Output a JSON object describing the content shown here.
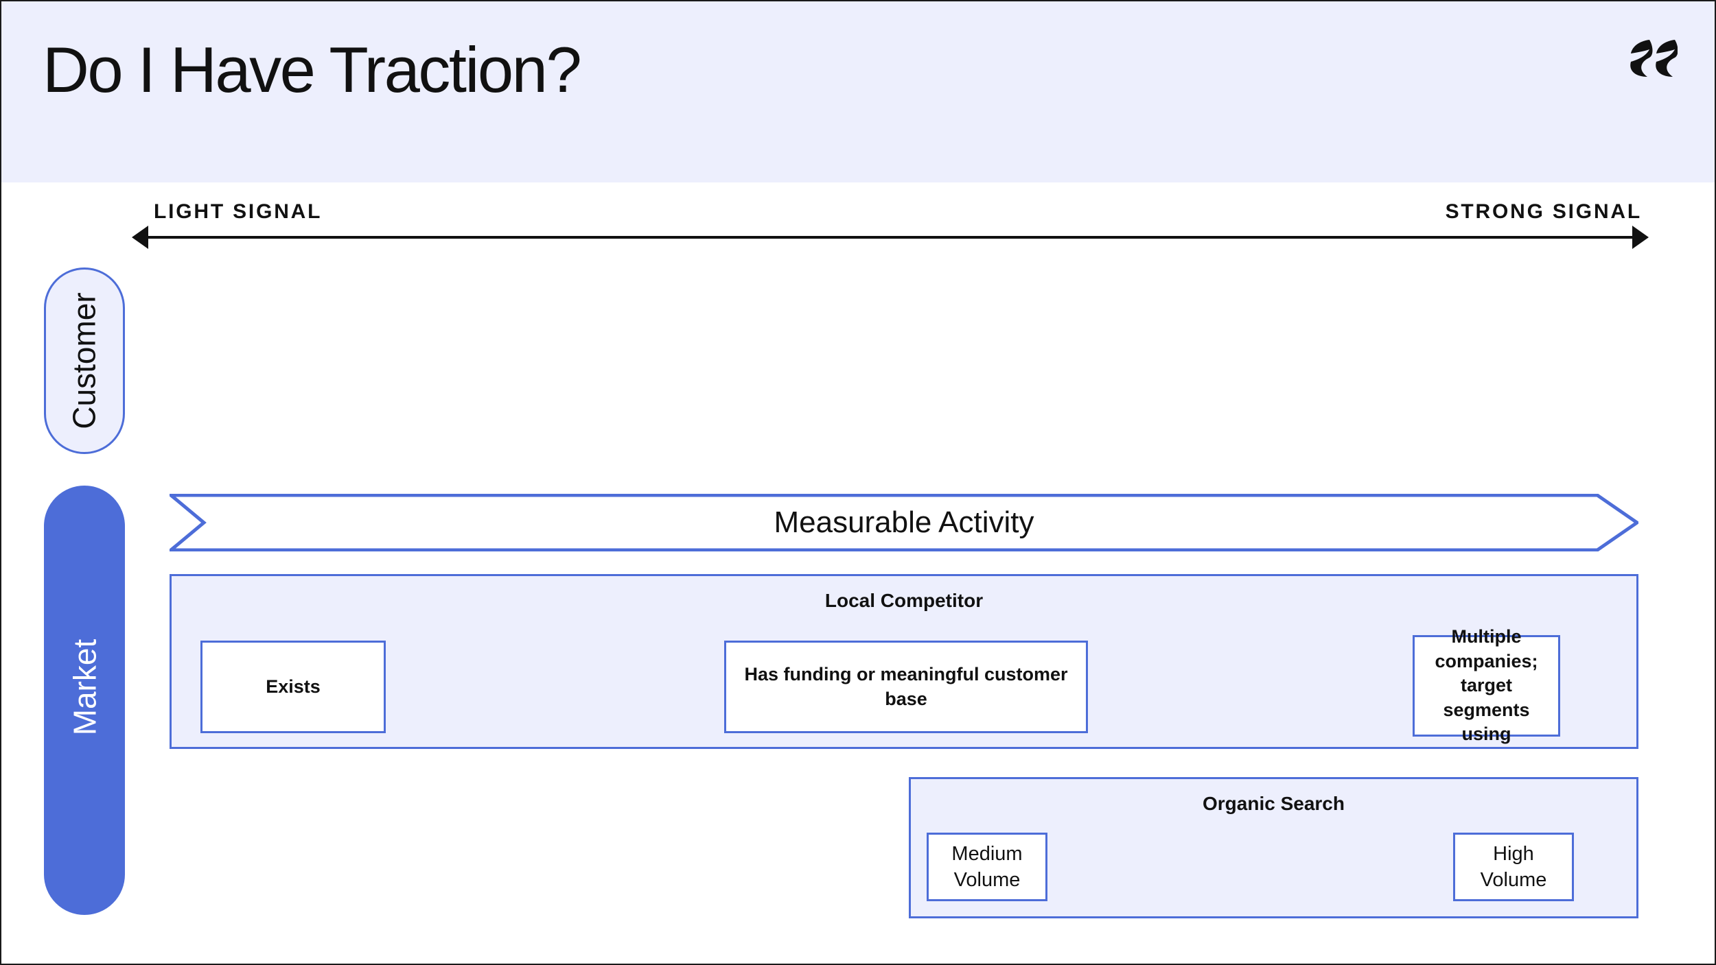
{
  "header": {
    "title": "Do I Have Traction?",
    "logo_icon": "double-chevron-logo",
    "background_color": "#EDEFFD"
  },
  "axis": {
    "left_label": "LIGHT SIGNAL",
    "right_label": "STRONG SIGNAL",
    "left_arrow_icon": "arrow-left-icon",
    "right_arrow_icon": "arrow-right-icon"
  },
  "rows": [
    {
      "id": "customer",
      "label": "Customer",
      "style": "outline",
      "fill": "#EDEFFD",
      "text_color": "#111111"
    },
    {
      "id": "market",
      "label": "Market",
      "style": "solid",
      "fill": "#4D6DD8",
      "text_color": "#FFFFFF"
    }
  ],
  "banner": {
    "label": "Measurable Activity",
    "fill": "#FFFFFF",
    "border_color": "#4D6DD8"
  },
  "groups": [
    {
      "id": "local-competitor",
      "title": "Local Competitor",
      "cards": [
        {
          "id": "exists",
          "label": "Exists"
        },
        {
          "id": "funding",
          "label": "Has funding or meaningful customer base"
        },
        {
          "id": "multiple",
          "label": "Multiple companies; target segments using"
        }
      ]
    },
    {
      "id": "organic-search",
      "title": "Organic Search",
      "cards": [
        {
          "id": "medium-volume",
          "label": "Medium Volume"
        },
        {
          "id": "high-volume",
          "label": "High Volume"
        }
      ]
    }
  ],
  "colors": {
    "accent_blue": "#4D6DD8",
    "light_lavender": "#EDEFFD",
    "ink": "#111111",
    "white": "#FFFFFF"
  }
}
